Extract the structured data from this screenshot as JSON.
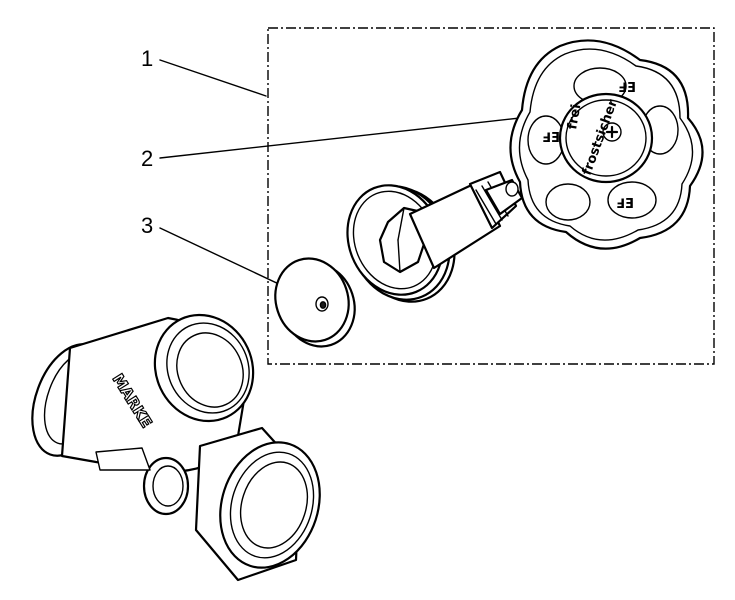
{
  "callouts": [
    {
      "label": "1"
    },
    {
      "label": "2"
    },
    {
      "label": "3"
    }
  ],
  "handwheel": {
    "marking_top": "frei",
    "marking_bottom": "frostsicher"
  },
  "valve_body": {
    "marking": "MARKE"
  }
}
